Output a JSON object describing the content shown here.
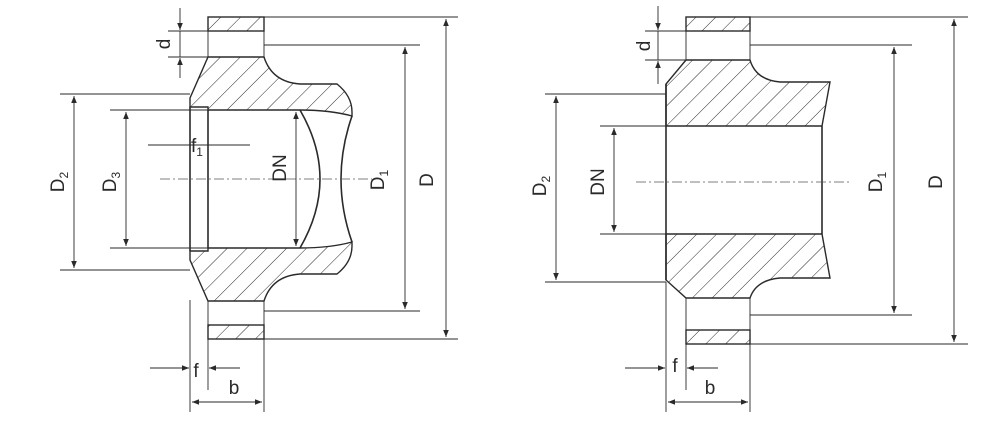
{
  "left_flange": {
    "labels": {
      "d": "d",
      "D2_main": "D",
      "D2_sub": "2",
      "D3_main": "D",
      "D3_sub": "3",
      "f1_main": "f",
      "f1_sub": "1",
      "DN": "DN",
      "D1_main": "D",
      "D1_sub": "1",
      "D": "D",
      "f": "f",
      "b": "b"
    }
  },
  "right_flange": {
    "labels": {
      "d": "d",
      "D2_main": "D",
      "D2_sub": "2",
      "DN": "DN",
      "D1_main": "D",
      "D1_sub": "1",
      "D": "D",
      "f": "f",
      "b": "b"
    }
  }
}
